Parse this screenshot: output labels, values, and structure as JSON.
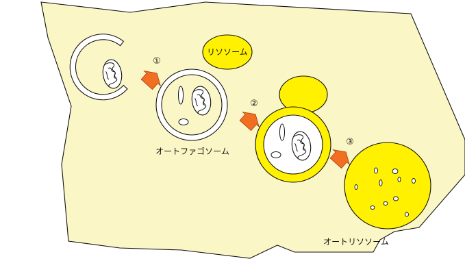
{
  "labels": {
    "lysosome": "リソソーム",
    "autophagosome": "オートファゴソーム",
    "autolysosome": "オートリソソーム"
  },
  "steps": [
    "①",
    "②",
    "③"
  ],
  "colors": {
    "cytoplasm": "#fbf6c6",
    "lysosome_fill": "#fff100",
    "arrow": "#f26f21",
    "membrane_fill": "#ffffff",
    "outline": "#111111"
  },
  "icons": [
    "arrow-icon",
    "mitochondrion-icon"
  ]
}
